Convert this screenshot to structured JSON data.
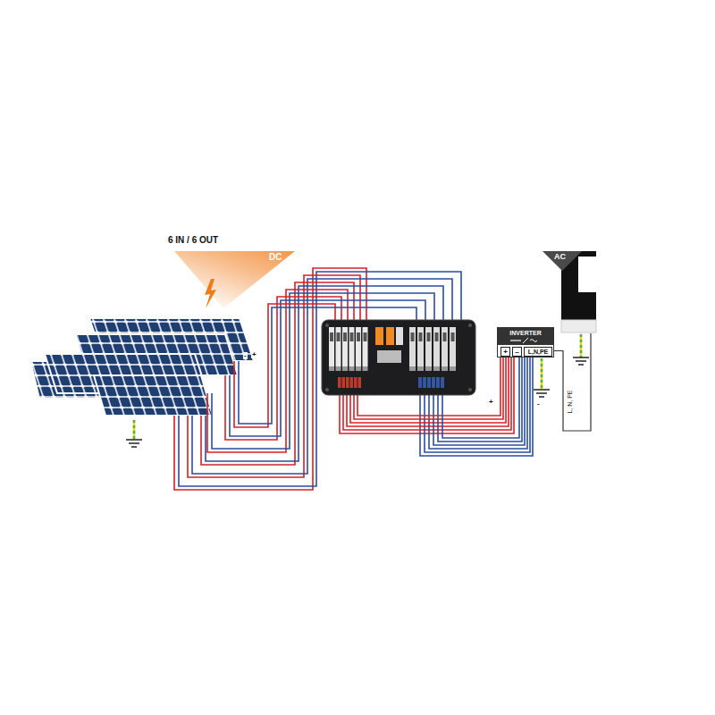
{
  "diagram": {
    "nodes": [
      {
        "text": [
          "6 IN / 6 OUT",
          "DC"
        ]
      },
      {
        "text": [
          "INVERTER"
        ]
      },
      {
        "text": [
          "+"
        ],
        "in": 1
      },
      {
        "text": [
          "–"
        ],
        "in": 1
      },
      {
        "text": [
          "L,N,PE"
        ],
        "in": 1
      },
      {
        "text": [
          "AC"
        ]
      }
    ],
    "edges": [
      {
        "from": 1,
        "to": 5,
        "label": "L, N, PE",
        "arrow": "none"
      }
    ],
    "labels": [
      "-",
      "+",
      "+",
      "-"
    ]
  }
}
